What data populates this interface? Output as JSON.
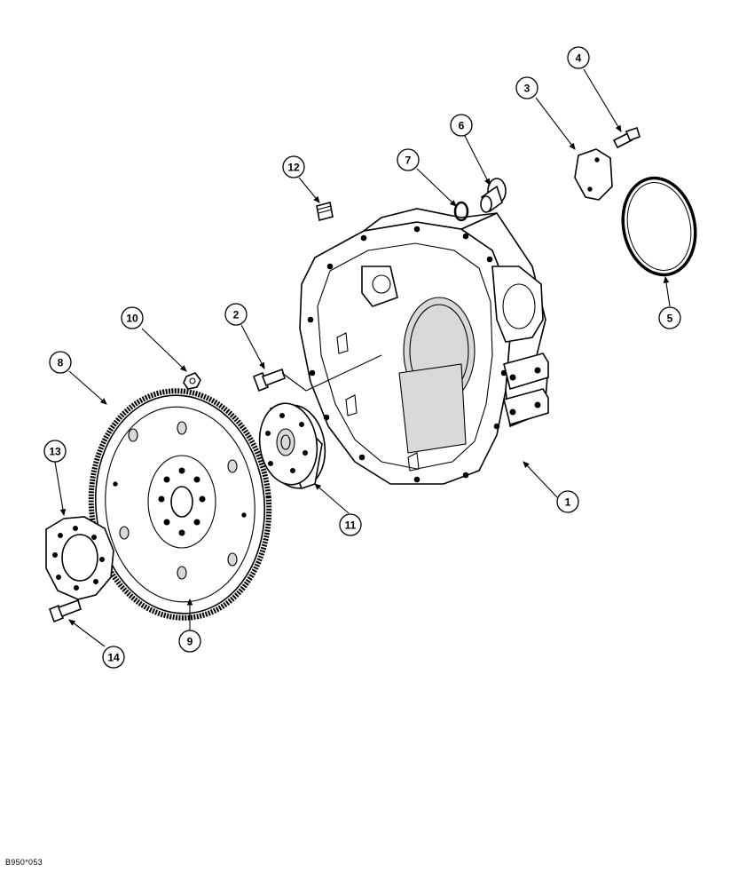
{
  "figure_id": "B950*053",
  "callouts": [
    {
      "id": "c1",
      "label": "1"
    },
    {
      "id": "c2",
      "label": "2"
    },
    {
      "id": "c3",
      "label": "3"
    },
    {
      "id": "c4",
      "label": "4"
    },
    {
      "id": "c5",
      "label": "5"
    },
    {
      "id": "c6",
      "label": "6"
    },
    {
      "id": "c7",
      "label": "7"
    },
    {
      "id": "c8",
      "label": "8"
    },
    {
      "id": "c9",
      "label": "9"
    },
    {
      "id": "c10",
      "label": "10"
    },
    {
      "id": "c11",
      "label": "11"
    },
    {
      "id": "c12",
      "label": "12"
    },
    {
      "id": "c13",
      "label": "13"
    },
    {
      "id": "c14",
      "label": "14"
    }
  ]
}
